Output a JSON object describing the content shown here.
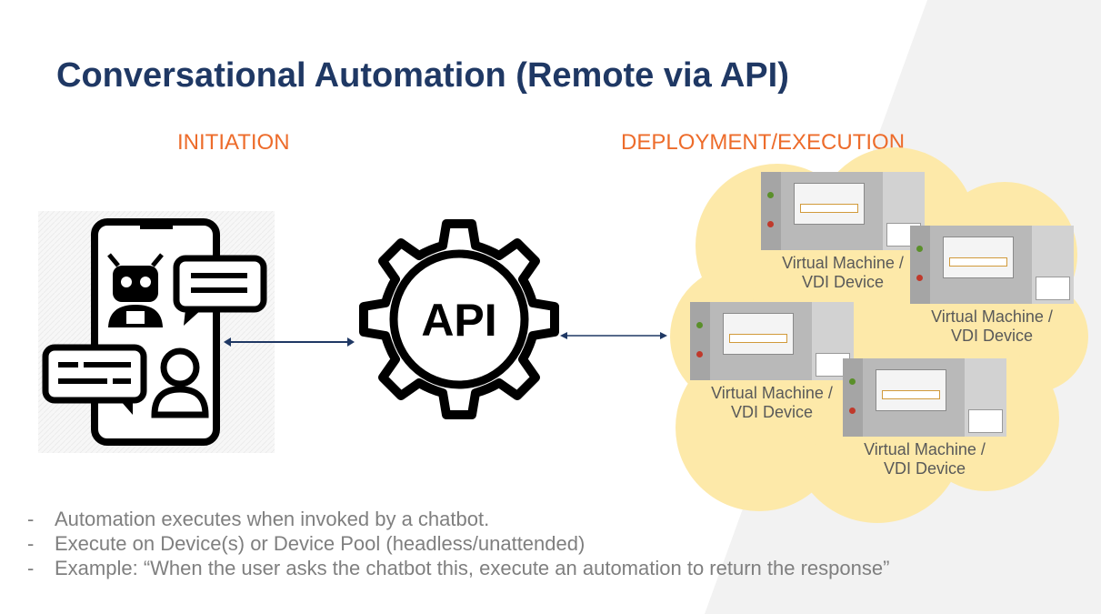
{
  "title": "Conversational Automation (Remote via API)",
  "headings": {
    "initiation": "INITIATION",
    "deployment": "DEPLOYMENT/EXECUTION"
  },
  "gear": {
    "label": "API"
  },
  "devices": [
    {
      "line1": "Virtual Machine /",
      "line2": "VDI Device"
    },
    {
      "line1": "Virtual Machine /",
      "line2": "VDI Device"
    },
    {
      "line1": "Virtual Machine /",
      "line2": "VDI Device"
    },
    {
      "line1": "Virtual Machine /",
      "line2": "VDI Device"
    }
  ],
  "bullets": [
    "Automation executes when invoked by a chatbot.",
    "Execute on Device(s) or Device Pool (headless/unattended)",
    "Example:  “When the user asks the chatbot this, execute an automation to return the response”"
  ],
  "colors": {
    "title": "#1f3864",
    "heading": "#ed6c2b",
    "cloud": "#fde9a9",
    "bullet_text": "#7f7f7f",
    "arrow": "#1f3864"
  }
}
